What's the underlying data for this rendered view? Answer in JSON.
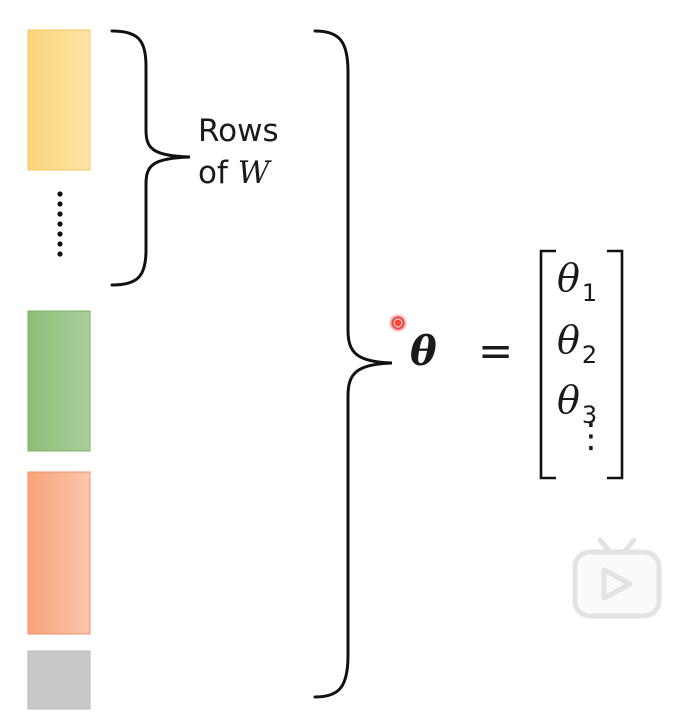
{
  "diagram": {
    "brace_small_label_line1": "Rows",
    "brace_small_label_line2": "of",
    "brace_small_label_var": "W",
    "vector_symbol": "θ",
    "equals": "=",
    "vector_entries": [
      {
        "symbol": "θ",
        "index": "1"
      },
      {
        "symbol": "θ",
        "index": "2"
      },
      {
        "symbol": "θ",
        "index": "3"
      }
    ],
    "vector_ellipsis": "⋮"
  },
  "colors": {
    "block_yellow": "#fcd57a",
    "block_green": "#92c07f",
    "block_orange": "#f7a57e",
    "block_gray": "#c8c8c8",
    "stroke": "#111111",
    "pointer_dot": "#e53935",
    "watermark": "#e3e3e3"
  },
  "icons": {
    "pointer": "laser-pointer-dot",
    "watermark": "play-tv-icon"
  }
}
